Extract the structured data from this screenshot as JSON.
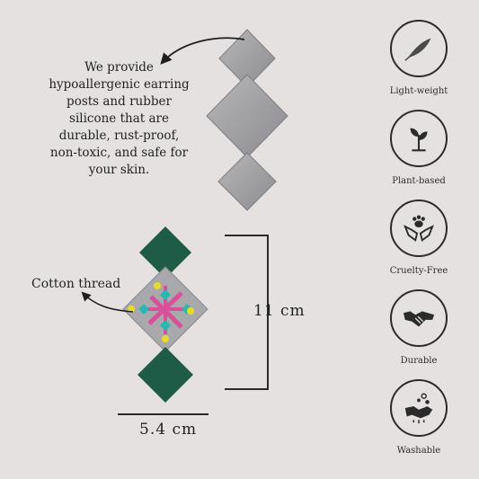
{
  "description": {
    "lines": [
      "We provide",
      "hypoallergenic earring",
      "posts and rubber",
      "silicone that are",
      "durable, rust-proof,",
      "non-toxic, and safe for",
      "your skin."
    ]
  },
  "callouts": {
    "thread": "Cotton thread"
  },
  "dimensions": {
    "height": "11 cm",
    "width": "5.4 cm"
  },
  "features": [
    {
      "label": "Light-weight",
      "icon": "feather-icon"
    },
    {
      "label": "Plant-based",
      "icon": "sprout-icon"
    },
    {
      "label": "Cruelty-Free",
      "icon": "paw-hands-icon"
    },
    {
      "label": "Durable",
      "icon": "handshake-icon"
    },
    {
      "label": "Washable",
      "icon": "washing-hands-icon"
    }
  ],
  "colors": {
    "background": "#e6e1e1",
    "silver_tile": "#a8a8aa",
    "green_tile": "#1f5c47",
    "embroidery_pink": "#d94f9a",
    "embroidery_yellow": "#e7dc2a",
    "embroidery_teal": "#27b9b0",
    "ink": "#222222"
  }
}
